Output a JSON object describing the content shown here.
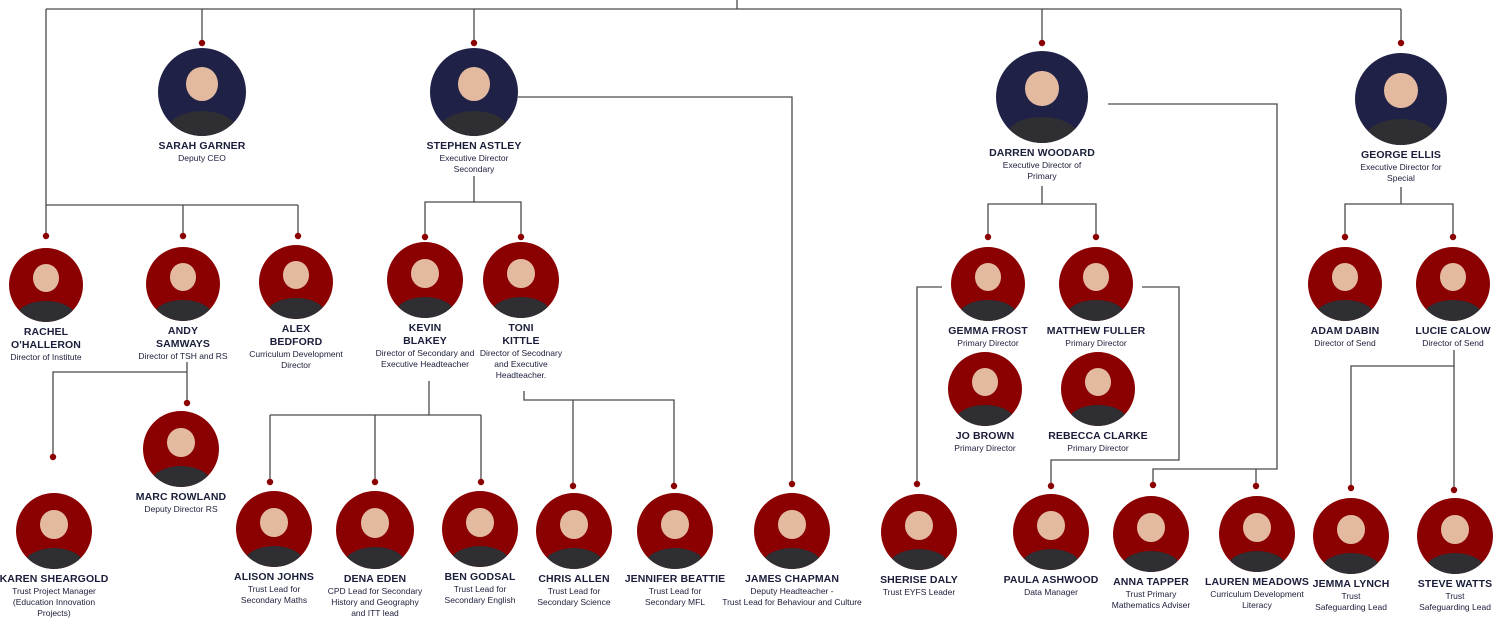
{
  "colors": {
    "line": "#4a4a4a",
    "dot": "#8b0000",
    "circle": "#8b0000",
    "exec_circle": "#1f2246",
    "text": "#1b1e3a"
  },
  "people": [
    {
      "id": "sarah-garner",
      "name": "SARAH GARNER",
      "role": "Deputy CEO",
      "icon": "person-photo"
    },
    {
      "id": "stephen-astley",
      "name": "STEPHEN ASTLEY",
      "role": "Executive Director\nSecondary",
      "icon": "person-photo"
    },
    {
      "id": "darren-woodard",
      "name": "DARREN WOODARD",
      "role": "Executive Director of\nPrimary",
      "icon": "person-photo"
    },
    {
      "id": "george-ellis",
      "name": "GEORGE ELLIS",
      "role": "Executive Director for\nSpecial",
      "icon": "person-photo"
    },
    {
      "id": "rachel-ohalleron",
      "name": "RACHEL\nO'HALLERON",
      "role": "Director of Institute",
      "icon": "person-photo"
    },
    {
      "id": "andy-samways",
      "name": "ANDY\nSAMWAYS",
      "role": "Director of TSH and RS",
      "icon": "person-photo"
    },
    {
      "id": "alex-bedford",
      "name": "ALEX\nBEDFORD",
      "role": "Curriculum Development\nDirector",
      "icon": "person-photo"
    },
    {
      "id": "kevin-blakey",
      "name": "KEVIN\nBLAKEY",
      "role": "Director of Secondary and\nExecutive Headteacher",
      "icon": "person-photo"
    },
    {
      "id": "toni-kittle",
      "name": "TONI\nKITTLE",
      "role": "Director of Secodnary\nand Executive\nHeadteacher.",
      "icon": "person-photo"
    },
    {
      "id": "gemma-frost",
      "name": "GEMMA FROST",
      "role": "Primary Director",
      "icon": "person-photo"
    },
    {
      "id": "matthew-fuller",
      "name": "MATTHEW FULLER",
      "role": "Primary Director",
      "icon": "person-photo"
    },
    {
      "id": "jo-brown",
      "name": "JO BROWN",
      "role": "Primary Director",
      "icon": "person-photo"
    },
    {
      "id": "rebecca-clarke",
      "name": "REBECCA CLARKE",
      "role": "Primary Director",
      "icon": "person-photo"
    },
    {
      "id": "adam-dabin",
      "name": "ADAM DABIN",
      "role": "Director of Send",
      "icon": "person-photo"
    },
    {
      "id": "lucie-calow",
      "name": "LUCIE CALOW",
      "role": "Director of Send",
      "icon": "person-photo"
    },
    {
      "id": "marc-rowland",
      "name": "MARC ROWLAND",
      "role": "Deputy Director RS",
      "icon": "person-photo"
    },
    {
      "id": "karen-sheargold",
      "name": "KAREN SHEARGOLD",
      "role": "Trust Project Manager\n(Education Innovation\nProjects)",
      "icon": "person-photo"
    },
    {
      "id": "alison-johns",
      "name": "ALISON JOHNS",
      "role": "Trust Lead for\nSecondary Maths",
      "icon": "person-photo"
    },
    {
      "id": "dena-eden",
      "name": "DENA EDEN",
      "role": "CPD Lead for Secondary\nHistory and Geography\nand ITT lead",
      "icon": "person-photo"
    },
    {
      "id": "ben-godsal",
      "name": "BEN GODSAL",
      "role": "Trust Lead for\nSecondary English",
      "icon": "person-photo"
    },
    {
      "id": "chris-allen",
      "name": "CHRIS ALLEN",
      "role": "Trust Lead for\nSecondary Science",
      "icon": "person-photo"
    },
    {
      "id": "jennifer-beattie",
      "name": "JENNIFER BEATTIE",
      "role": "Trust Lead for\nSecondary MFL",
      "icon": "person-photo"
    },
    {
      "id": "james-chapman",
      "name": "JAMES CHAPMAN",
      "role": "Deputy Headteacher -\nTrust Lead for Behaviour and Culture",
      "icon": "person-photo"
    },
    {
      "id": "sherise-daly",
      "name": "SHERISE DALY",
      "role": "Trust EYFS Leader",
      "icon": "person-photo"
    },
    {
      "id": "paula-ashwood",
      "name": "PAULA ASHWOOD",
      "role": "Data Manager",
      "icon": "person-photo"
    },
    {
      "id": "anna-tapper",
      "name": "ANNA TAPPER",
      "role": "Trust Primary\nMathematics Adviser",
      "icon": "person-photo"
    },
    {
      "id": "lauren-meadows",
      "name": "LAUREN MEADOWS",
      "role": "Curriculum Development\nLiteracy",
      "icon": "person-photo"
    },
    {
      "id": "jemma-lynch",
      "name": "JEMMA LYNCH",
      "role": "Trust\nSafeguarding Lead",
      "icon": "person-photo"
    },
    {
      "id": "steve-watts",
      "name": "STEVE WATTS",
      "role": "Trust\nSafeguarding Lead",
      "icon": "person-photo"
    }
  ]
}
